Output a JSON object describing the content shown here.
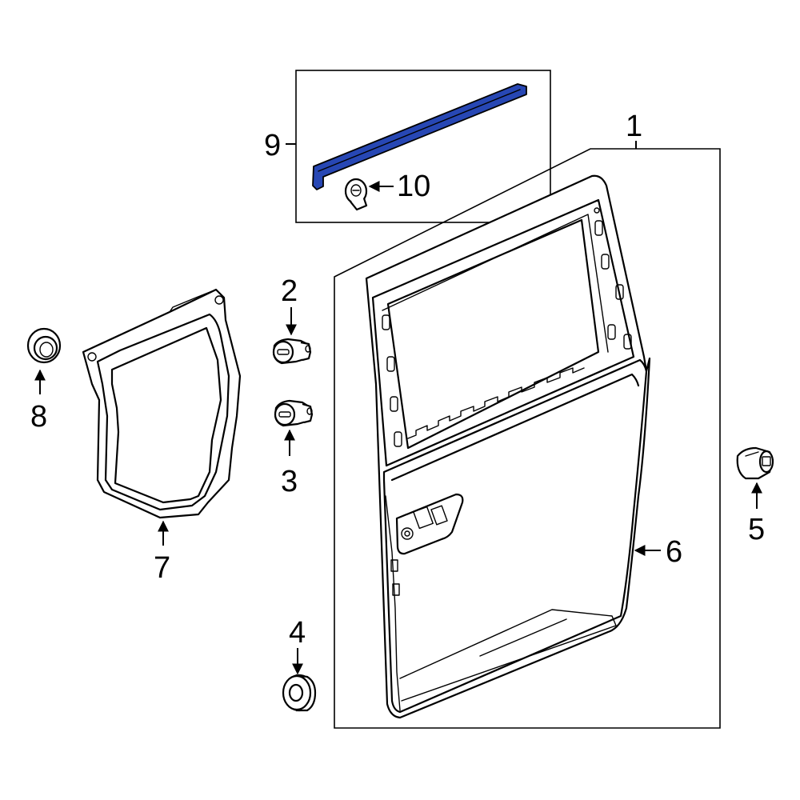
{
  "callouts": {
    "c1": "1",
    "c2": "2",
    "c3": "3",
    "c4": "4",
    "c5": "5",
    "c6": "6",
    "c7": "7",
    "c8": "8",
    "c9": "9",
    "c10": "10"
  },
  "colors": {
    "highlight": "#2747b4",
    "line": "#000000",
    "background": "#ffffff"
  }
}
